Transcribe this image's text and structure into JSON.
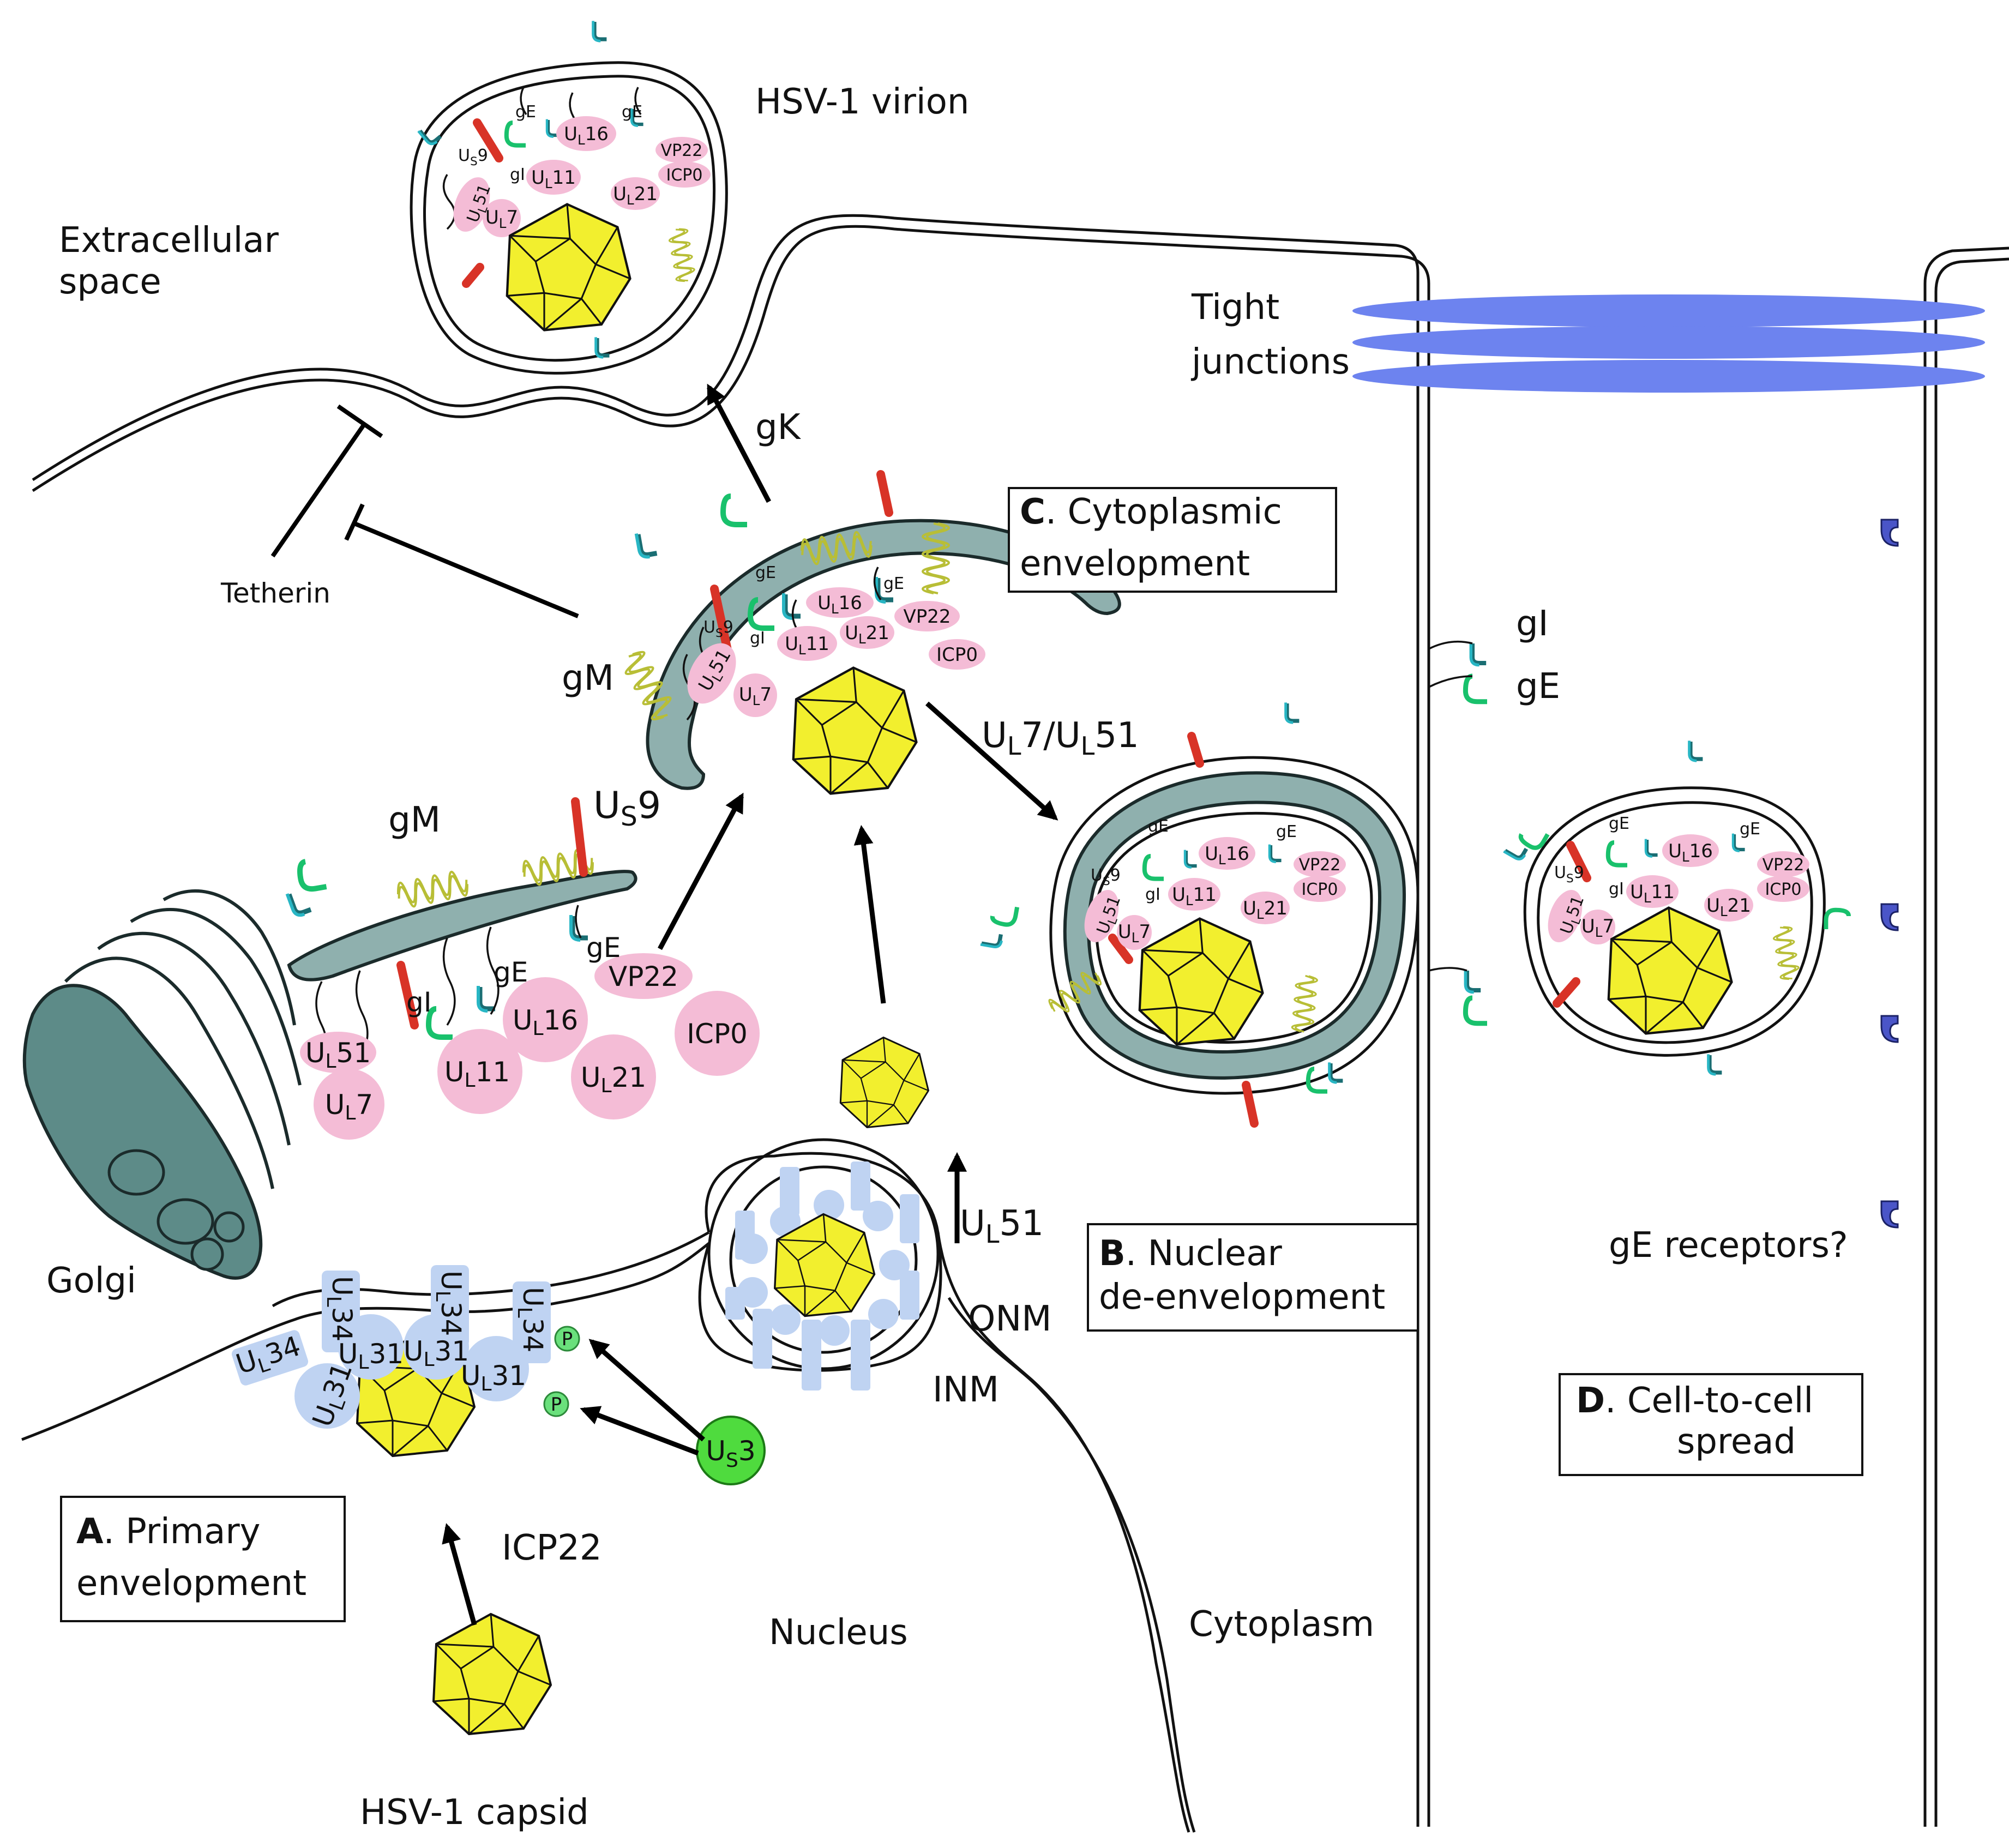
{
  "labels": {
    "virion": "HSV-1 virion",
    "extracellular_1": "Extracellular",
    "extracellular_2": "space",
    "tight_1": "Tight",
    "tight_2": "junctions",
    "gK": "gK",
    "tetherin": "Tetherin",
    "gM_c": "gM",
    "gM_golgi": "gM",
    "golgi": "Golgi",
    "gI_right": "gI",
    "gE_right": "gE",
    "gE_receptors": "gE receptors?",
    "onm": "ONM",
    "inm": "INM",
    "icp22": "ICP22",
    "nucleus": "Nucleus",
    "cytoplasm": "Cytoplasm",
    "capsid": "HSV-1 capsid",
    "gI": "gI",
    "gE": "gE",
    "vp22": "VP22",
    "icp0": "ICP0",
    "p": "P"
  },
  "subscript_labels": {
    "ul7_ul51": {
      "a": "U",
      "a_sub": "L",
      "b": "7/U",
      "b_sub": "L",
      "c": "51"
    },
    "us9": {
      "a": "U",
      "a_sub": "S",
      "b": "9"
    },
    "ul51": {
      "a": "U",
      "a_sub": "L",
      "b": "51"
    },
    "ul7": {
      "a": "U",
      "a_sub": "L",
      "b": "7"
    },
    "ul11": {
      "a": "U",
      "a_sub": "L",
      "b": "11"
    },
    "ul16": {
      "a": "U",
      "a_sub": "L",
      "b": "16"
    },
    "ul21": {
      "a": "U",
      "a_sub": "L",
      "b": "21"
    },
    "us3": {
      "a": "U",
      "a_sub": "S",
      "b": "3"
    },
    "ul31": {
      "a": "U",
      "a_sub": "L",
      "b": "31"
    },
    "ul34": {
      "a": "U",
      "a_sub": "L",
      "b": "34"
    }
  },
  "boxes": {
    "A": {
      "letter": "A",
      "line1": ". Primary",
      "line2": "envelopment"
    },
    "B": {
      "letter": "B",
      "line1": ". Nuclear",
      "line2": "de-envelopment"
    },
    "C": {
      "letter": "C",
      "line1": ". Cytoplasmic",
      "line2": "envelopment"
    },
    "D": {
      "letter": "D",
      "line1": ". Cell-to-cell",
      "line2": "spread"
    }
  },
  "colors": {
    "capsid": "#f2ef2e",
    "tegument": "#f4bcd6",
    "nec": "#bfd3f2",
    "envelope": "#8fb0ae",
    "us3": "#4fdb3e",
    "us9": "#d83327",
    "tight_junction": "#6d83ef",
    "receptor": "#4a55c8",
    "gM": "#b8be36"
  }
}
